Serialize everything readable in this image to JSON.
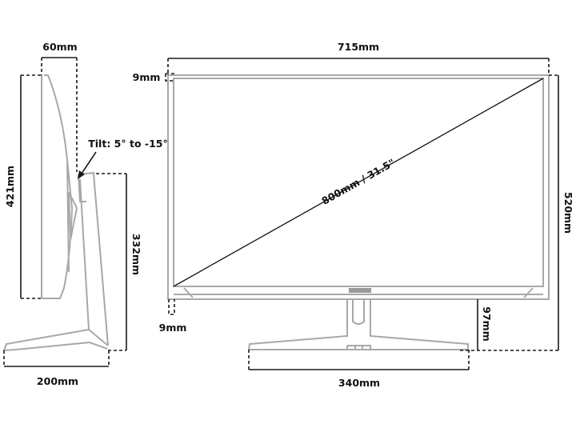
{
  "side_view": {
    "depth_label": "60mm",
    "panel_height_label": "421mm",
    "stand_height_label": "332mm",
    "base_depth_label": "200mm",
    "tilt_label": "Tilt: 5° to -15°"
  },
  "front_view": {
    "width_label": "715mm",
    "height_label": "520mm",
    "diagonal_label": "800mm / 31.5\"",
    "top_bezel_label": "9mm",
    "side_bezel_label": "9mm",
    "bottom_clearance_label": "97mm",
    "base_width_label": "340mm"
  },
  "colors": {
    "outline": "#a8a8a8",
    "dimension": "#1a1a1a"
  }
}
